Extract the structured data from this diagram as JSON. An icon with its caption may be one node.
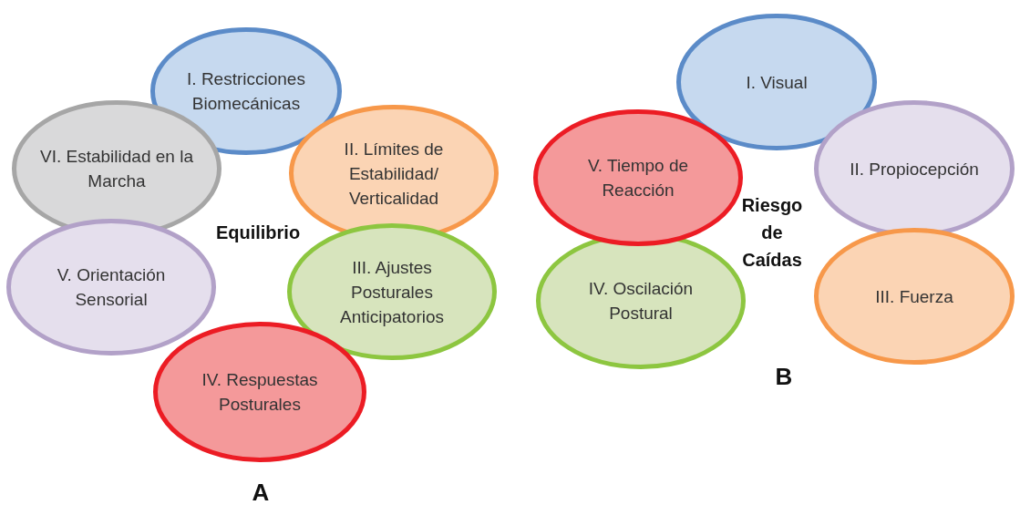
{
  "diagram": {
    "nodes": [
      {
        "text": [
          "I. Restricciones Biomecánicas"
        ]
      },
      {
        "text": [
          "VI. Estabilidad en la Marcha"
        ]
      },
      {
        "text": [
          "II. Límites de Estabilidad/ Verticalidad"
        ]
      },
      {
        "text": [
          "V. Orientación Sensorial"
        ]
      },
      {
        "text": [
          "III. Ajustes Posturales Anticipatorios"
        ]
      },
      {
        "text": [
          "IV. Respuestas Posturales"
        ]
      },
      {
        "text": [
          "I. Visual"
        ]
      },
      {
        "text": [
          "V. Tiempo de Reacción"
        ]
      },
      {
        "text": [
          "II. Propiocepción"
        ]
      },
      {
        "text": [
          "IV. Oscilación Postural"
        ]
      },
      {
        "text": [
          "III. Fuerza"
        ]
      }
    ],
    "edges": [],
    "labels": [
      "Riesgo de Caídas",
      "Equilibrio",
      "B",
      "A"
    ]
  }
}
